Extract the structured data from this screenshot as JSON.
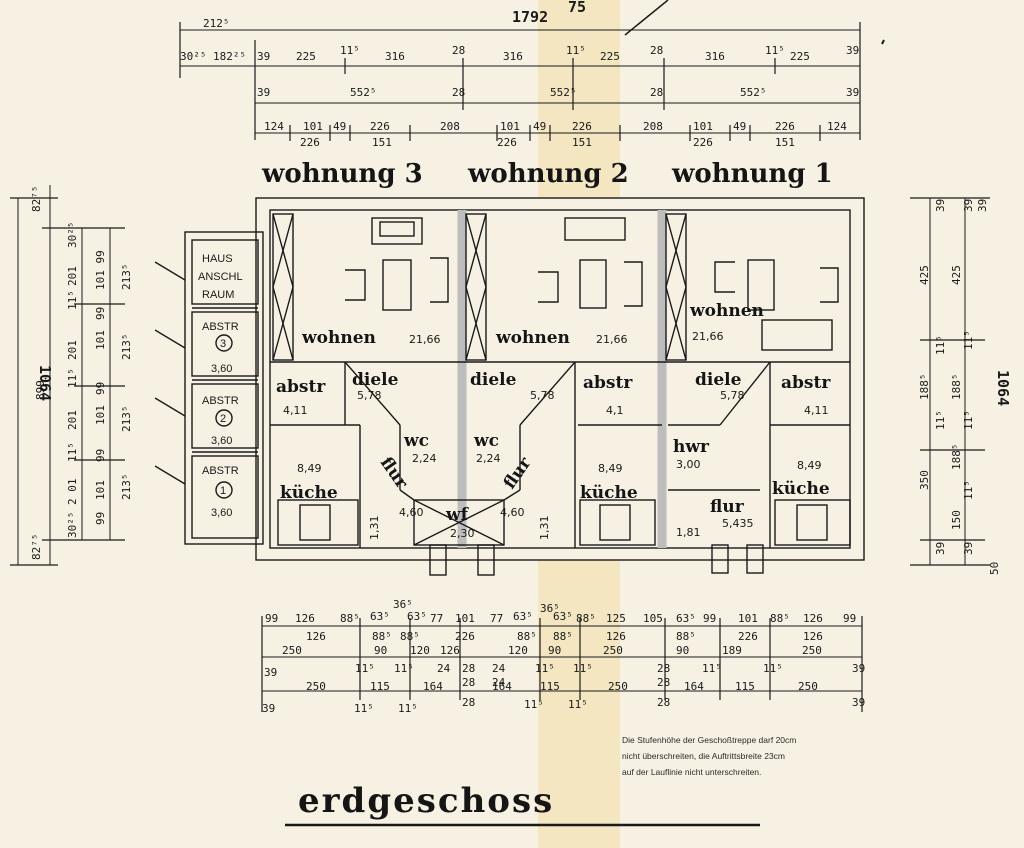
{
  "title": "erdgeschoss",
  "overall_width": "1792",
  "overall_width_sup": "75",
  "overall_depth_left": "1064",
  "overall_depth_right": "1064",
  "apartments": [
    "wohnung 3",
    "wohnung 2",
    "wohnung 1"
  ],
  "rooms": {
    "wohnen_3": "wohnen",
    "wohnen_3_area": "21,66",
    "wohnen_2": "wohnen",
    "wohnen_2_area": "21,66",
    "wohnen_1": "wohnen",
    "wohnen_1_area": "21,66",
    "abstr_3": "abstr",
    "abstr_3_area": "4,11",
    "diele_3": "diele",
    "diele_3_area": "5,78",
    "diele_2": "diele",
    "diele_2_area": "5,78",
    "abstr_2": "abstr",
    "abstr_2_area": "4,1",
    "diele_1": "diele",
    "diele_1_area": "5,78",
    "abstr_1": "abstr",
    "abstr_1_area": "4,11",
    "wc_3": "wc",
    "wc_3_area": "2,24",
    "wc_2": "wc",
    "wc_2_area": "2,24",
    "hwr_1": "hwr",
    "hwr_1_area": "3,00",
    "kuche_3": "küche",
    "kuche_3_area": "8,49",
    "kuche_2": "küche",
    "kuche_2_area": "8,49",
    "kuche_1": "küche",
    "kuche_1_area": "8,49",
    "flur_3": "flur",
    "flur_3_area": "4,60",
    "flur_2": "flur",
    "flur_2_area": "4,60",
    "flur_1": "flur",
    "flur_1_area": "5,435",
    "wf": "wf",
    "wf_area": "2,30",
    "bad_3": "1,31",
    "bad_2": "1,31",
    "bad_1": "1,81"
  },
  "storage": {
    "haus_line1": "HAUS",
    "haus_line2": "ANSCHL",
    "haus_line3": "RAUM",
    "abstr_label": "ABSTR",
    "abstr3_num": "3",
    "abstr3_area": "3,60",
    "abstr2_num": "2",
    "abstr2_area": "3,60",
    "abstr1_num": "1",
    "abstr1_area": "3,60"
  },
  "top_dims": {
    "row0": [
      "212⁵"
    ],
    "row1": [
      "30²⁵",
      "182²⁵",
      "39",
      "225",
      "11⁵",
      "316",
      "28",
      "316",
      "11⁵",
      "225",
      "28",
      "316",
      "11⁵",
      "225",
      "39"
    ],
    "row2": [
      "39",
      "552⁵",
      "28",
      "552⁵",
      "28",
      "552⁵",
      "39"
    ],
    "row3": [
      "124",
      "101",
      "49",
      "226",
      "208",
      "101",
      "49",
      "226",
      "208",
      "101",
      "49",
      "226",
      "124"
    ],
    "row3b": [
      "226",
      "151",
      "226",
      "151",
      "226",
      "151"
    ]
  },
  "bottom_dims": {
    "row1": [
      "99",
      "126",
      "88⁵",
      "63⁵",
      "36⁵",
      "63⁵",
      "77",
      "101",
      "77",
      "63⁵",
      "36⁵",
      "63⁵",
      "88⁵",
      "125",
      "105",
      "63⁵",
      "99",
      "101",
      "88⁵",
      "126",
      "99"
    ],
    "row1b": [
      "126",
      "88⁵",
      "88⁵",
      "226",
      "88⁵",
      "88⁵",
      "126",
      "88⁵",
      "226",
      "126"
    ],
    "row2": [
      "250",
      "90",
      "120",
      "126",
      "28",
      "24",
      "120",
      "90",
      "250",
      "28",
      "90",
      "189",
      "250"
    ],
    "row2b": [
      "39",
      "11⁵",
      "11⁵",
      "24",
      "28",
      "24",
      "11⁵",
      "11⁵",
      "28",
      "11⁵",
      "11⁵",
      "39"
    ],
    "row3": [
      "39",
      "250",
      "115",
      "164",
      "28",
      "164",
      "115",
      "250",
      "28",
      "164",
      "115",
      "250",
      "39"
    ],
    "row3b": [
      "11⁵",
      "11⁵",
      "11⁵",
      "11⁵"
    ]
  },
  "left_dims": {
    "col1": [
      "82⁷⁵",
      "899",
      "82⁷⁵"
    ],
    "col2": [
      "30²⁵",
      "201",
      "11⁵",
      "201",
      "11⁵",
      "201",
      "11⁵",
      "2 01",
      "30²⁵"
    ],
    "col3": [
      "101 99",
      "99",
      "101",
      "99",
      "101",
      "99",
      "101",
      "99"
    ],
    "col4": [
      "213⁵",
      "213⁵",
      "213⁵",
      "213⁵"
    ]
  },
  "right_dims": {
    "col1": [
      "39",
      "425",
      "11⁵",
      "188⁵",
      "11⁵",
      "350",
      "39"
    ],
    "col2": [
      "39",
      "425",
      "11⁵",
      "188⁵",
      "11⁵",
      "188⁵",
      "11⁵",
      "150",
      "39"
    ],
    "col3": [
      "39",
      "50"
    ]
  },
  "note": {
    "line1": "Die Stufenhöhe der Geschoßtreppe darf 20cm",
    "line2": "nicht überschreiten, die Auftrittsbreite 23cm",
    "line3": "auf der Lauflinie nicht unterschreiten."
  }
}
